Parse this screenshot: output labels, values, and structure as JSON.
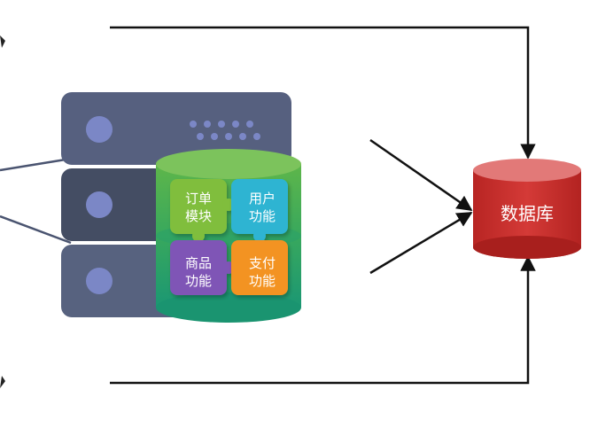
{
  "modules": {
    "order": "订单\n模块",
    "user": "用户\n功能",
    "product": "商品\n功能",
    "payment": "支付\n功能"
  },
  "database": {
    "label": "数据库"
  },
  "colors": {
    "server_top": "#56607f",
    "server_mid": "#444d63",
    "server_bottom": "#57627f",
    "server_dot": "#7b87c6",
    "cylinder_top": "#5db547",
    "cylinder_bottom": "#1d9a72",
    "module_order": "#7fbd3c",
    "module_user": "#2db4d2",
    "module_product": "#7f55b6",
    "module_payment": "#f39320",
    "database_body": "#c8302e",
    "database_top": "#e27978",
    "lines": "#111111"
  }
}
